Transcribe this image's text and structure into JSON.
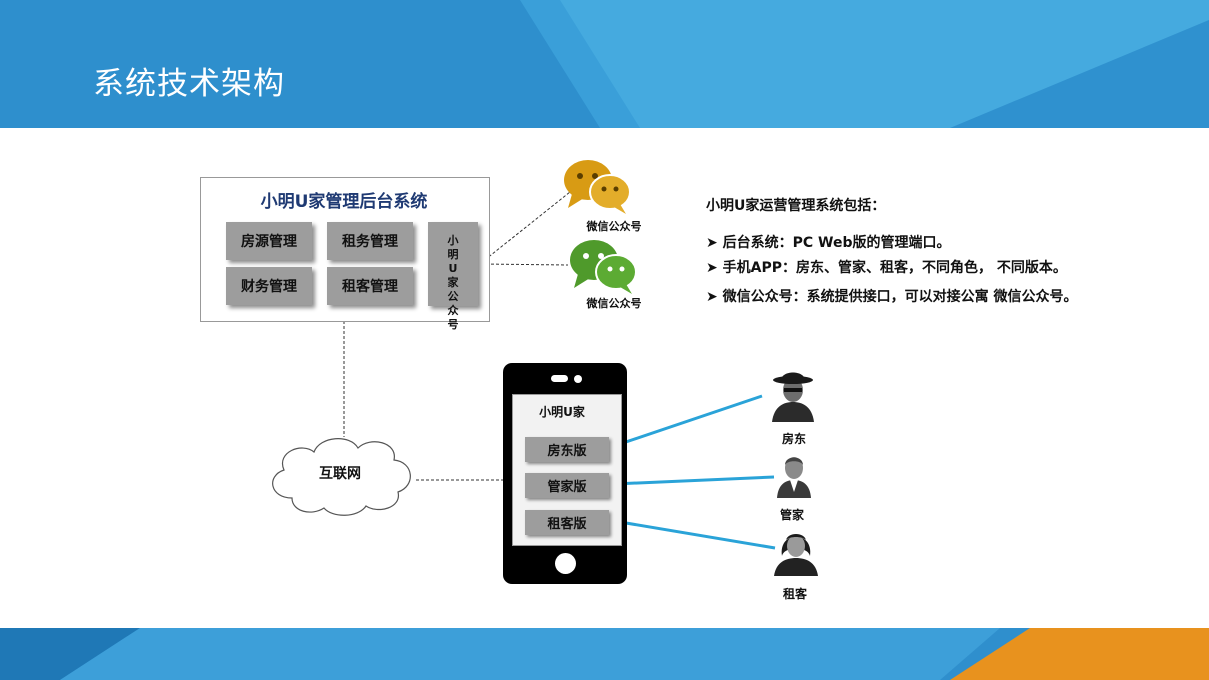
{
  "page_title": "系统技术架构",
  "backend": {
    "title": "小明U家管理后台系统",
    "buttons": [
      "房源管理",
      "租务管理",
      "财务管理",
      "租客管理"
    ],
    "wechat_box": [
      "小",
      "明",
      "U",
      "家",
      "公",
      "众",
      "号"
    ]
  },
  "wechat": {
    "top_label": "微信公众号",
    "bottom_label": "微信公众号"
  },
  "internet_label": "互联网",
  "phone": {
    "app_title": "小明U家",
    "versions": [
      "房东版",
      "管家版",
      "租客版"
    ]
  },
  "users": {
    "landlord": "房东",
    "manager": "管家",
    "tenant": "租客"
  },
  "info": {
    "heading": "小明U家运营管理系统包括：",
    "items": [
      "➤ 后台系统：PC Web版的管理端口。",
      "➤ 手机APP：房东、管家、租客，不同角色， 不同版本。",
      "➤ 微信公众号：系统提供接口，可以对接公寓 微信公众号。"
    ]
  },
  "colors": {
    "header_blue": "#3a9fd9",
    "arrow_blue": "#2aa3d8",
    "wechat_gold": "#d89b14",
    "wechat_green": "#4f9a2b",
    "footer_orange": "#e8921e"
  }
}
